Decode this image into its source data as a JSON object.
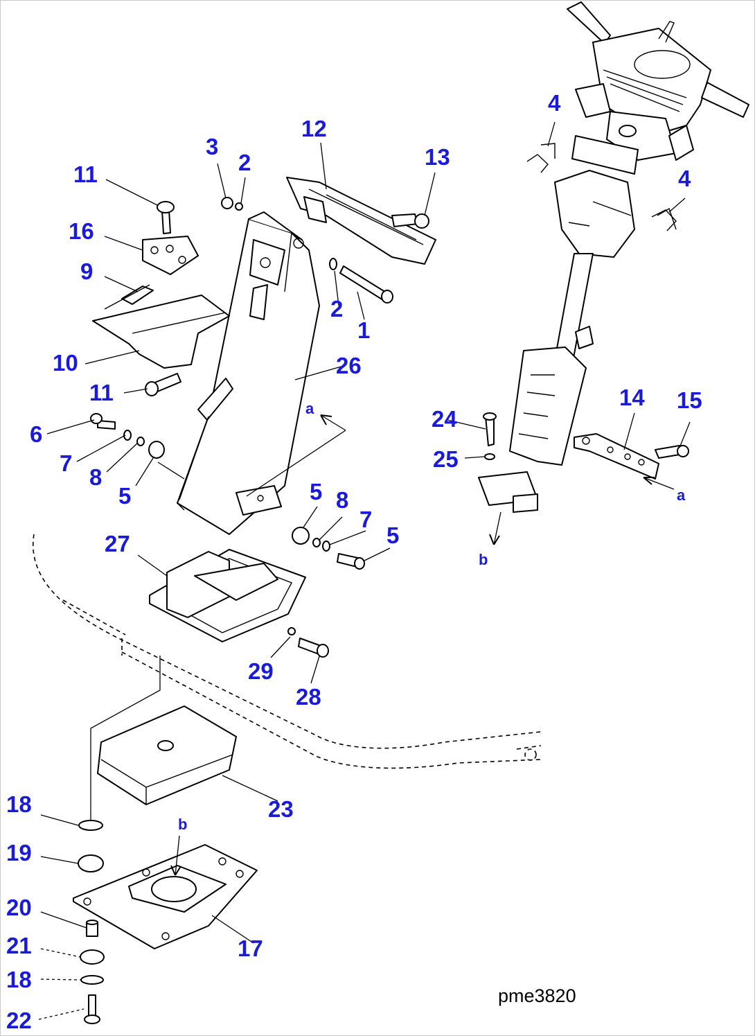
{
  "drawing_code": "pme3820",
  "reference_marks": {
    "a": "a",
    "b": "b"
  },
  "callouts": [
    "1",
    "2",
    "2",
    "3",
    "4",
    "4",
    "5",
    "5",
    "5",
    "6",
    "7",
    "7",
    "8",
    "8",
    "9",
    "10",
    "11",
    "11",
    "12",
    "13",
    "14",
    "15",
    "16",
    "17",
    "18",
    "18",
    "19",
    "20",
    "21",
    "22",
    "23",
    "24",
    "25",
    "26",
    "27",
    "28",
    "29"
  ],
  "colors": {
    "callout_text": "#1a1ad9",
    "line_art": "#000000",
    "background": "#ffffff"
  }
}
